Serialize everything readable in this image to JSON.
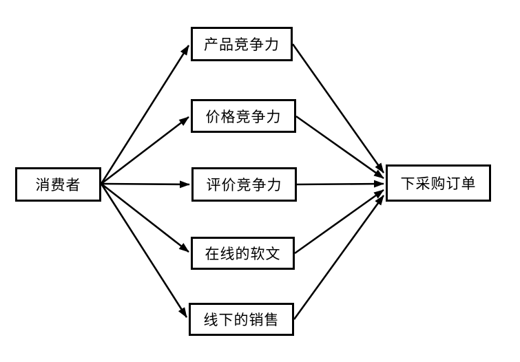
{
  "diagram": {
    "type": "flowchart",
    "colors": {
      "background": "#ffffff",
      "node_fill": "#ffffff",
      "node_border": "#000000",
      "arrow": "#000000",
      "text": "#000000"
    },
    "arrow_style": "filled-triangle",
    "nodes": {
      "consumer": {
        "label": "消费者"
      },
      "product": {
        "label": "产品竞争力"
      },
      "price": {
        "label": "价格竞争力"
      },
      "review": {
        "label": "评价竞争力"
      },
      "online_articles": {
        "label": "在线的软文"
      },
      "offline_sales": {
        "label": "线下的销售"
      },
      "order": {
        "label": "下采购订单"
      }
    },
    "edges": [
      {
        "from": "消费者",
        "to": "产品竞争力"
      },
      {
        "from": "消费者",
        "to": "价格竞争力"
      },
      {
        "from": "消费者",
        "to": "评价竞争力"
      },
      {
        "from": "消费者",
        "to": "在线的软文"
      },
      {
        "from": "消费者",
        "to": "线下的销售"
      },
      {
        "from": "产品竞争力",
        "to": "下采购订单"
      },
      {
        "from": "价格竞争力",
        "to": "下采购订单"
      },
      {
        "from": "评价竞争力",
        "to": "下采购订单"
      },
      {
        "from": "在线的软文",
        "to": "下采购订单"
      },
      {
        "from": "线下的销售",
        "to": "下采购订单"
      }
    ]
  }
}
